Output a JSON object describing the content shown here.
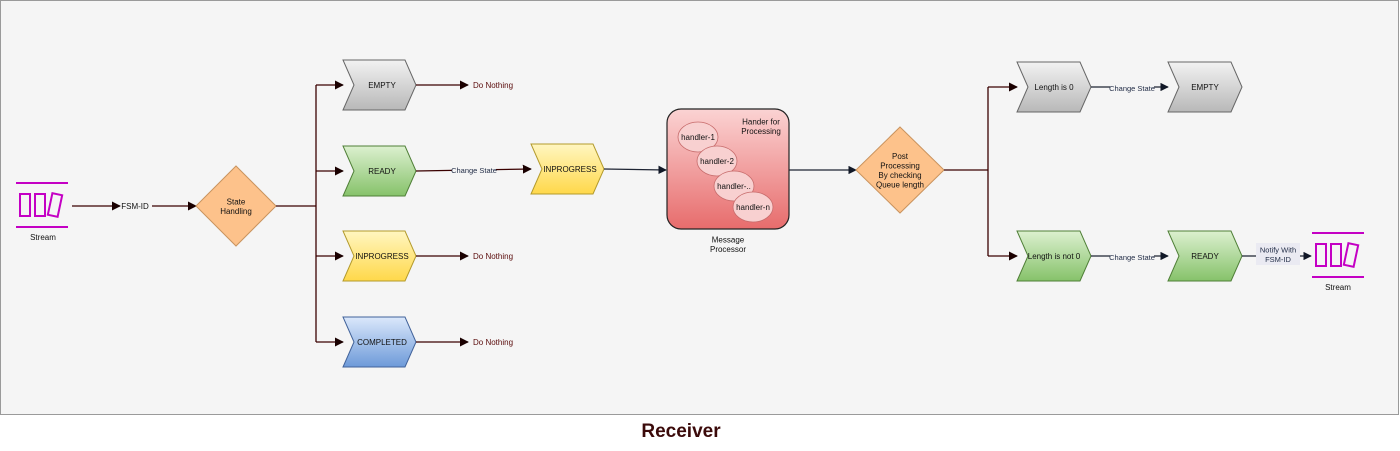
{
  "colors": {
    "frame_bg": "#f5f5f5",
    "frame_border": "#9a9a9a",
    "line": "#3a0000",
    "stream_icon": "#c400c4",
    "gray_state": "#c4c4c4",
    "green_state": "#92c97a",
    "yellow_state": "#ffe065",
    "blue_state": "#7ea6e0",
    "diamond": "#fdc28b",
    "processor": "#ee7a7a",
    "handler": "#f8d0d0"
  },
  "caption": "Receiver",
  "input_stream": {
    "icon": "stream-icon",
    "label": "Stream"
  },
  "fsm_id_label": "FSM-ID",
  "state_handling": "State\nHandling",
  "states": {
    "empty": "EMPTY",
    "ready": "READY",
    "inprogress": "INPROGRESS",
    "completed": "COMPLETED"
  },
  "do_nothing": "Do Nothing",
  "change_state": "Change State",
  "next_state": "INPROGRESS",
  "processor": {
    "title": "Hander for\nProcessing",
    "handlers": [
      "handler-1",
      "handler-2",
      "handler-..",
      "handler-n"
    ],
    "caption": "Message\nProcessor"
  },
  "post_processing": "Post\nProcessing\nBy checking\nQueue length",
  "length_zero": "Length is 0",
  "length_not_zero": "Length is not 0",
  "result_empty": "EMPTY",
  "result_ready": "READY",
  "notify": "Notify With\nFSM-ID",
  "output_stream": {
    "icon": "stream-icon",
    "label": "Stream"
  }
}
